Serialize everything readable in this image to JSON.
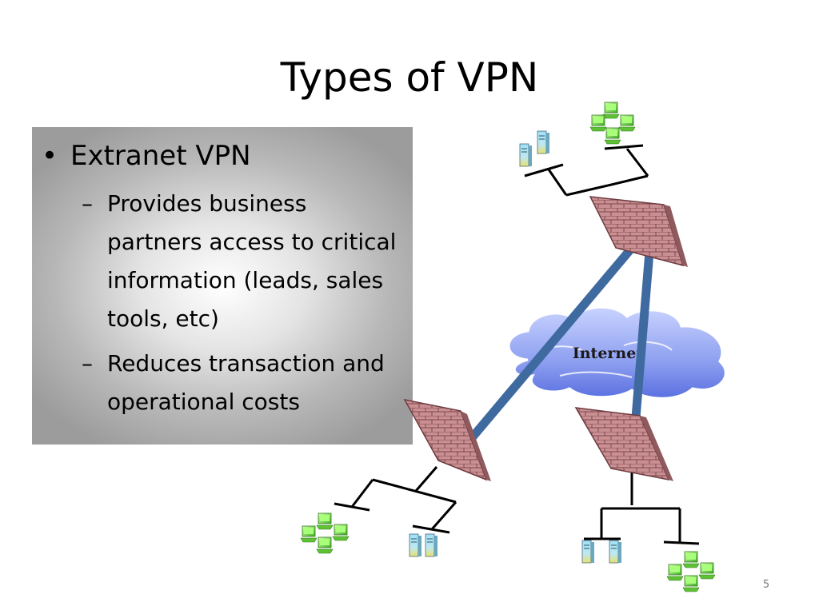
{
  "slide": {
    "title": "Types of VPN",
    "bullets": [
      {
        "text": "Extranet VPN",
        "subs": [
          "Provides business partners access to critical information (leads, sales tools, etc)",
          "Reduces transaction and operational costs"
        ]
      }
    ],
    "bullet_marker": "•",
    "sub_marker": "–",
    "page_number": "5"
  },
  "diagram": {
    "cloud_label": "Internet",
    "colors": {
      "tunnel": "#3f6aa0",
      "firewall": "#c78e92",
      "cloud": "#8fa6f2",
      "workstation": "#7fd84a",
      "server": "#8ed0e8"
    }
  }
}
